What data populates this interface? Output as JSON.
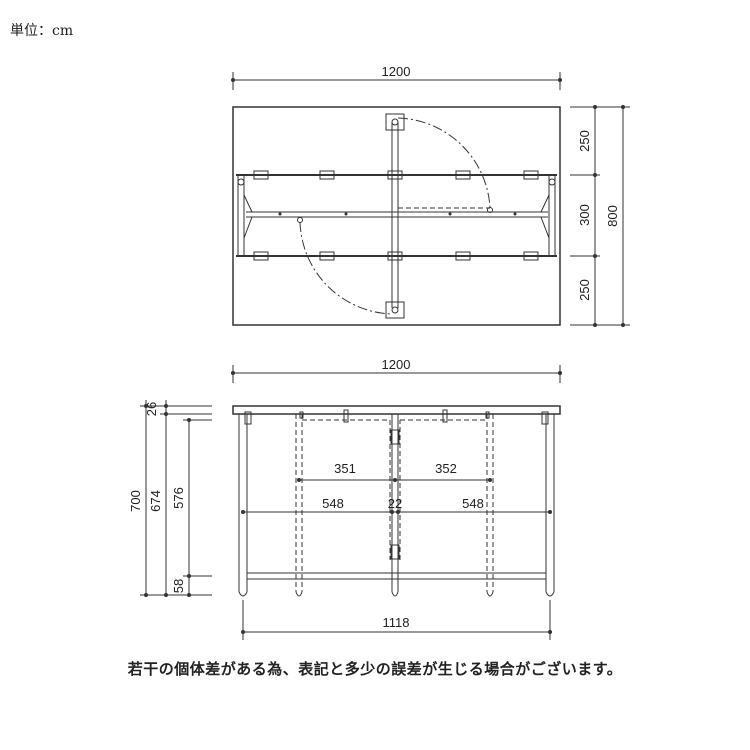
{
  "unit_label": "単位：cm",
  "note": "若干の個体差がある為、表記と多少の誤差が生じる場合がございます。",
  "top_view": {
    "width_label": "1200",
    "depth_segments": [
      "250",
      "300",
      "250"
    ],
    "depth_total": "800"
  },
  "front_view": {
    "width_label": "1200",
    "inner_width_label": "1118",
    "top_thickness": "26",
    "height_total": "700",
    "height_under_top": "674",
    "shelf_height": "576",
    "foot_height": "58",
    "span_left": "351",
    "span_right": "352",
    "bay_left": "548",
    "center_gap": "22",
    "bay_right": "548"
  }
}
